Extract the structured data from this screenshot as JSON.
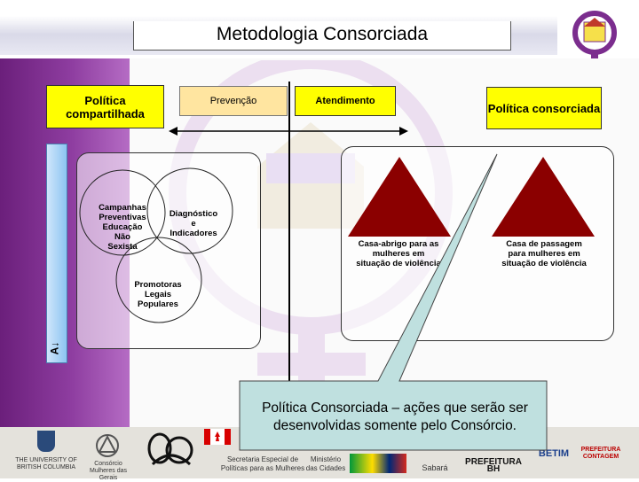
{
  "header": {
    "title": "Metodologia Consorciada"
  },
  "labels": {
    "politica_compartilhada": "Política compartilhada",
    "politica_consorciada": "Política consorciada",
    "prevencao": "Prevenção",
    "atendimento": "Atendimento",
    "side_label": "A↓"
  },
  "circles": {
    "campanhas": [
      "Campanhas",
      "Preventivas",
      "Educação",
      "Não",
      "Sexista"
    ],
    "diagnostico": [
      "Diagnóstico",
      "e",
      "Indicadores"
    ],
    "promotoras": [
      "Promotoras",
      "Legais",
      "Populares"
    ]
  },
  "houses": {
    "abrigo": [
      "Casa-abrigo para as",
      "mulheres em",
      "situação de violência"
    ],
    "passagem": [
      "Casa de passagem",
      "para mulheres em",
      "situação de violência"
    ]
  },
  "callout": {
    "text": "Política Consorciada – ações que serão ser desenvolvidas somente pelo Consórcio."
  },
  "footer": {
    "ubc_line1": "THE UNIVERSITY OF",
    "ubc_line2": "BRITISH COLUMBIA",
    "consorcio_line1": "Consórcio",
    "consorcio_line2": "Mulheres das Gerais",
    "secretaria_line1": "Secretaria Especial de",
    "secretaria_line2": "Políticas para as Mulheres",
    "ministerio_line1": "Ministério",
    "ministerio_line2": "das Cidades",
    "sabara": "Sabará",
    "pbh": "PREFEITURA BH",
    "betim": "BETIM",
    "contagem_line1": "PREFEITURA",
    "contagem_line2": "CONTAGEM"
  },
  "colors": {
    "purple": "#7b2d8e",
    "yellow": "#ffff00",
    "house_red": "#8b0000",
    "callout_fill": "#bfe0df"
  }
}
